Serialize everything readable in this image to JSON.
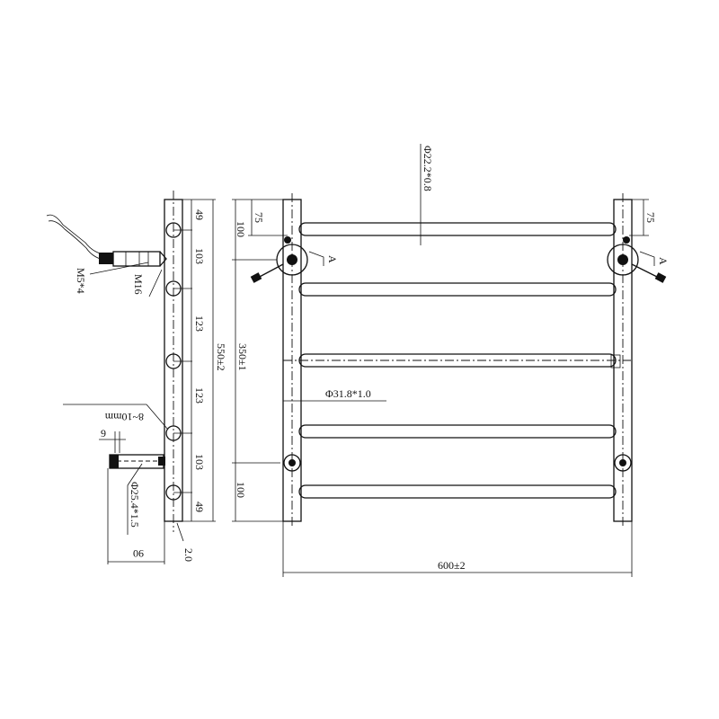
{
  "side_view": {
    "hole_spacings": [
      "49",
      "103",
      "123",
      "123",
      "103",
      "49"
    ],
    "overall_height": "550±2",
    "heater_thread": "M5*4",
    "heater_fitting": "M16",
    "hole_size": "8~10mm",
    "plug_offset": "9",
    "pipe_spec": "Φ25.4*1.5",
    "wall_depth": "90",
    "wall_thickness": "2.0"
  },
  "front_view": {
    "rail_spec": "Φ22.2*0.8",
    "post_spec": "Φ31.8*1.0",
    "top_mount_offset": "100",
    "top_rail_offset_left": "75",
    "top_rail_offset_right": "75",
    "mount_spacing": "350±1",
    "bottom_mount_offset": "100",
    "overall_width": "600±2",
    "detail_label_left": "A",
    "detail_label_right": "A"
  }
}
